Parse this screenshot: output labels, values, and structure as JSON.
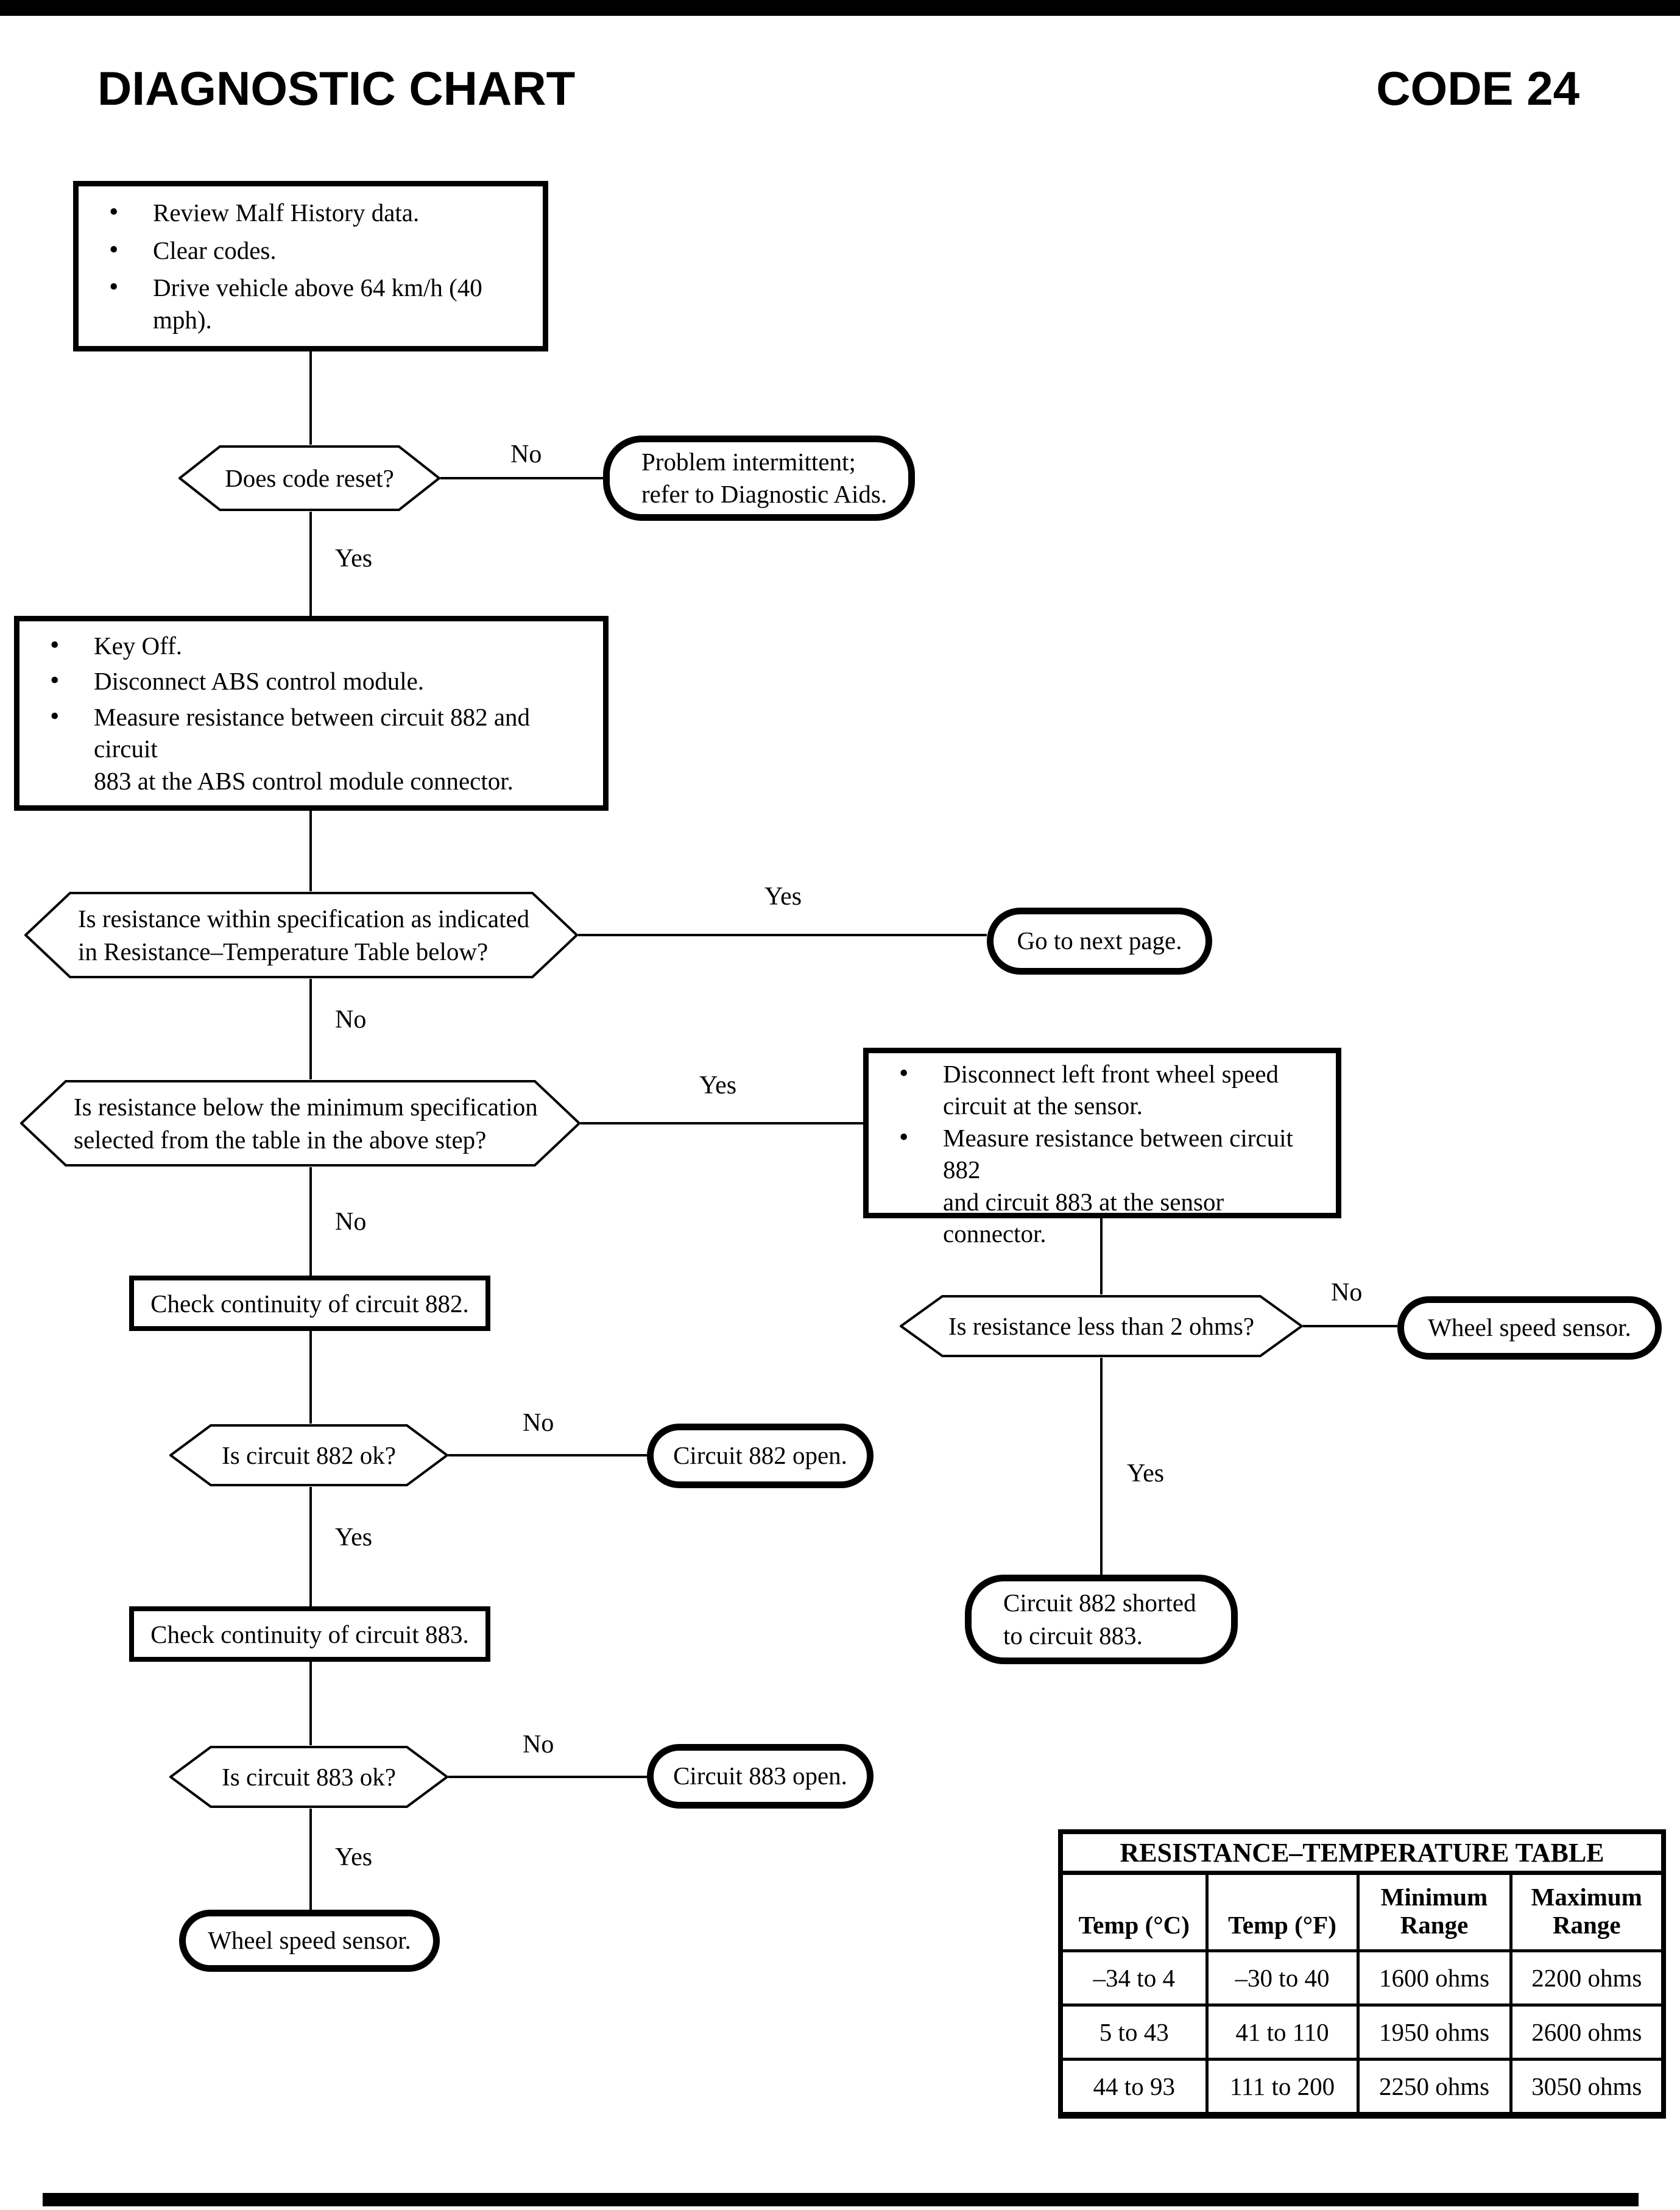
{
  "header": {
    "title": "DIAGNOSTIC CHART",
    "code": "CODE 24"
  },
  "labels": {
    "yes": "Yes",
    "no": "No"
  },
  "glyphs": {
    "bullet": "•"
  },
  "colors": {
    "ink": "#000000",
    "paper": "#ffffff"
  },
  "flowchart": {
    "step1": {
      "items": [
        "Review Malf History data.",
        "Clear codes.",
        "Drive vehicle above 64 km/h (40 mph)."
      ]
    },
    "decision_code_reset": "Does code reset?",
    "terminal_intermittent": "Problem intermittent;\nrefer to Diagnostic Aids.",
    "step2": {
      "items": [
        "Key Off.",
        "Disconnect ABS control module.",
        "Measure resistance between circuit 882 and circuit\n883 at the ABS control module connector."
      ]
    },
    "decision_within_spec": "Is resistance within specification as indicated\nin Resistance–Temperature Table below?",
    "terminal_next_page": "Go to next page.",
    "decision_below_min": "Is resistance below the minimum specification\nselected from the table in the above step?",
    "step3": {
      "items": [
        "Disconnect left front wheel speed\ncircuit at the sensor.",
        "Measure resistance between circuit 882\nand circuit 883 at the sensor connector."
      ]
    },
    "box_check_882": "Check continuity of circuit 882.",
    "decision_882_ok": "Is circuit 882 ok?",
    "terminal_882_open": "Circuit 882 open.",
    "box_check_883": "Check continuity of circuit 883.",
    "decision_883_ok": "Is circuit 883 ok?",
    "terminal_883_open": "Circuit 883 open.",
    "terminal_wheel_speed_sensor_left": "Wheel speed sensor.",
    "decision_less_than_2_ohms": "Is resistance less than 2 ohms?",
    "terminal_wheel_speed_sensor_right": "Wheel speed sensor.",
    "terminal_882_shorted": "Circuit 882 shorted\nto circuit 883."
  },
  "table": {
    "title": "RESISTANCE–TEMPERATURE TABLE",
    "headers": [
      "Temp (°C)",
      "Temp (°F)",
      "Minimum Range",
      "Maximum Range"
    ],
    "rows": [
      [
        "–34 to 4",
        "–30 to 40",
        "1600 ohms",
        "2200 ohms"
      ],
      [
        "5 to 43",
        "41 to 110",
        "1950 ohms",
        "2600 ohms"
      ],
      [
        "44 to 93",
        "111 to 200",
        "2250 ohms",
        "3050 ohms"
      ]
    ]
  }
}
